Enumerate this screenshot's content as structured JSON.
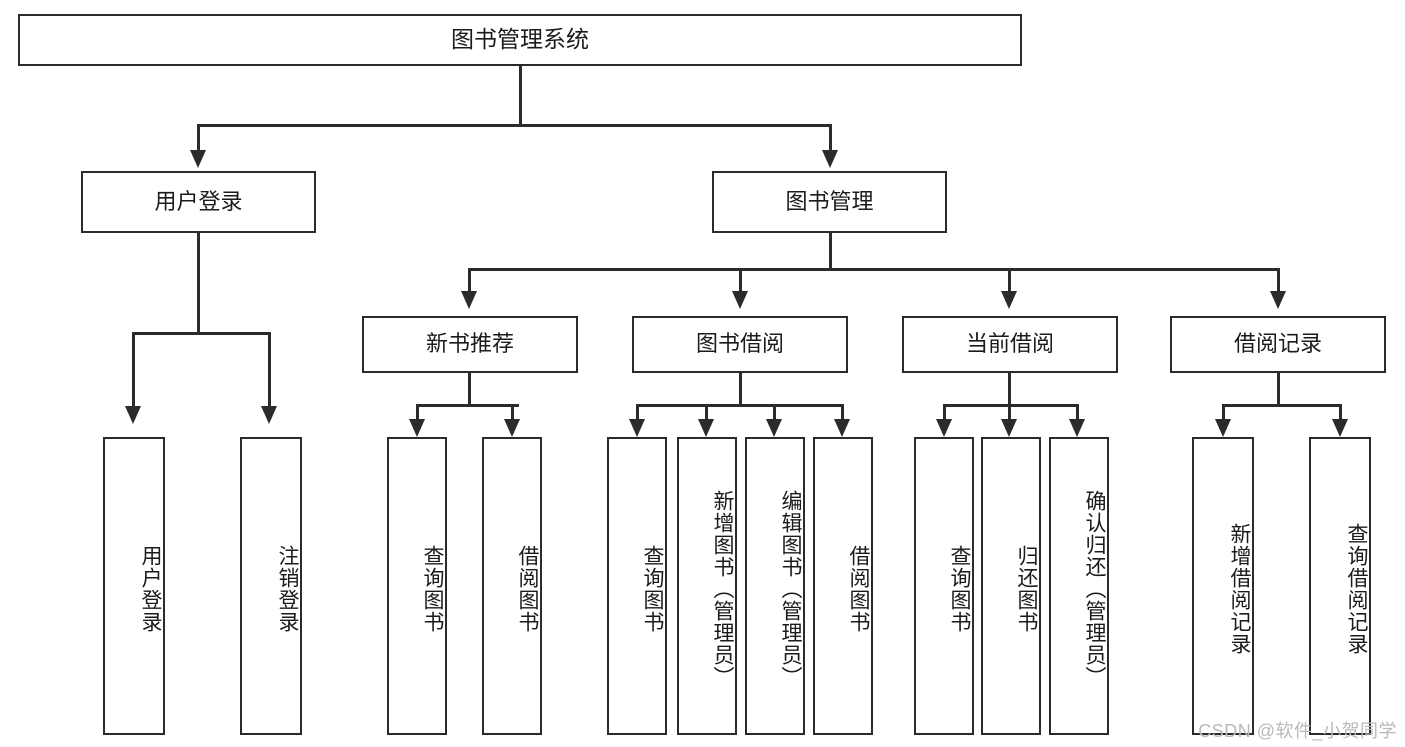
{
  "diagram": {
    "title": "图书管理系统",
    "type": "tree-hierarchy-diagram",
    "root": {
      "label": "图书管理系统"
    },
    "level2": [
      {
        "label": "用户登录"
      },
      {
        "label": "图书管理"
      }
    ],
    "level3": [
      {
        "label": "新书推荐"
      },
      {
        "label": "图书借阅"
      },
      {
        "label": "当前借阅"
      },
      {
        "label": "借阅记录"
      }
    ],
    "leaves": {
      "user_login": [
        {
          "label": "用户登录"
        },
        {
          "label": "注销登录"
        }
      ],
      "new_book_recommend": [
        {
          "label": "查询图书"
        },
        {
          "label": "借阅图书"
        }
      ],
      "book_borrow": [
        {
          "label": "查询图书"
        },
        {
          "label": "新增图书（管理员）"
        },
        {
          "label": "编辑图书（管理员）"
        },
        {
          "label": "借阅图书"
        }
      ],
      "current_borrow": [
        {
          "label": "查询图书"
        },
        {
          "label": "归还图书"
        },
        {
          "label": "确认归还（管理员）"
        }
      ],
      "borrow_records": [
        {
          "label": "新增借阅记录"
        },
        {
          "label": "查询借阅记录"
        }
      ]
    }
  },
  "watermark": {
    "text": "CSDN @软件_小贺同学"
  },
  "colors": {
    "border": "#2b2b2b",
    "text": "#1b1b1b",
    "background": "#ffffff",
    "watermark": "#b9b9b9"
  }
}
